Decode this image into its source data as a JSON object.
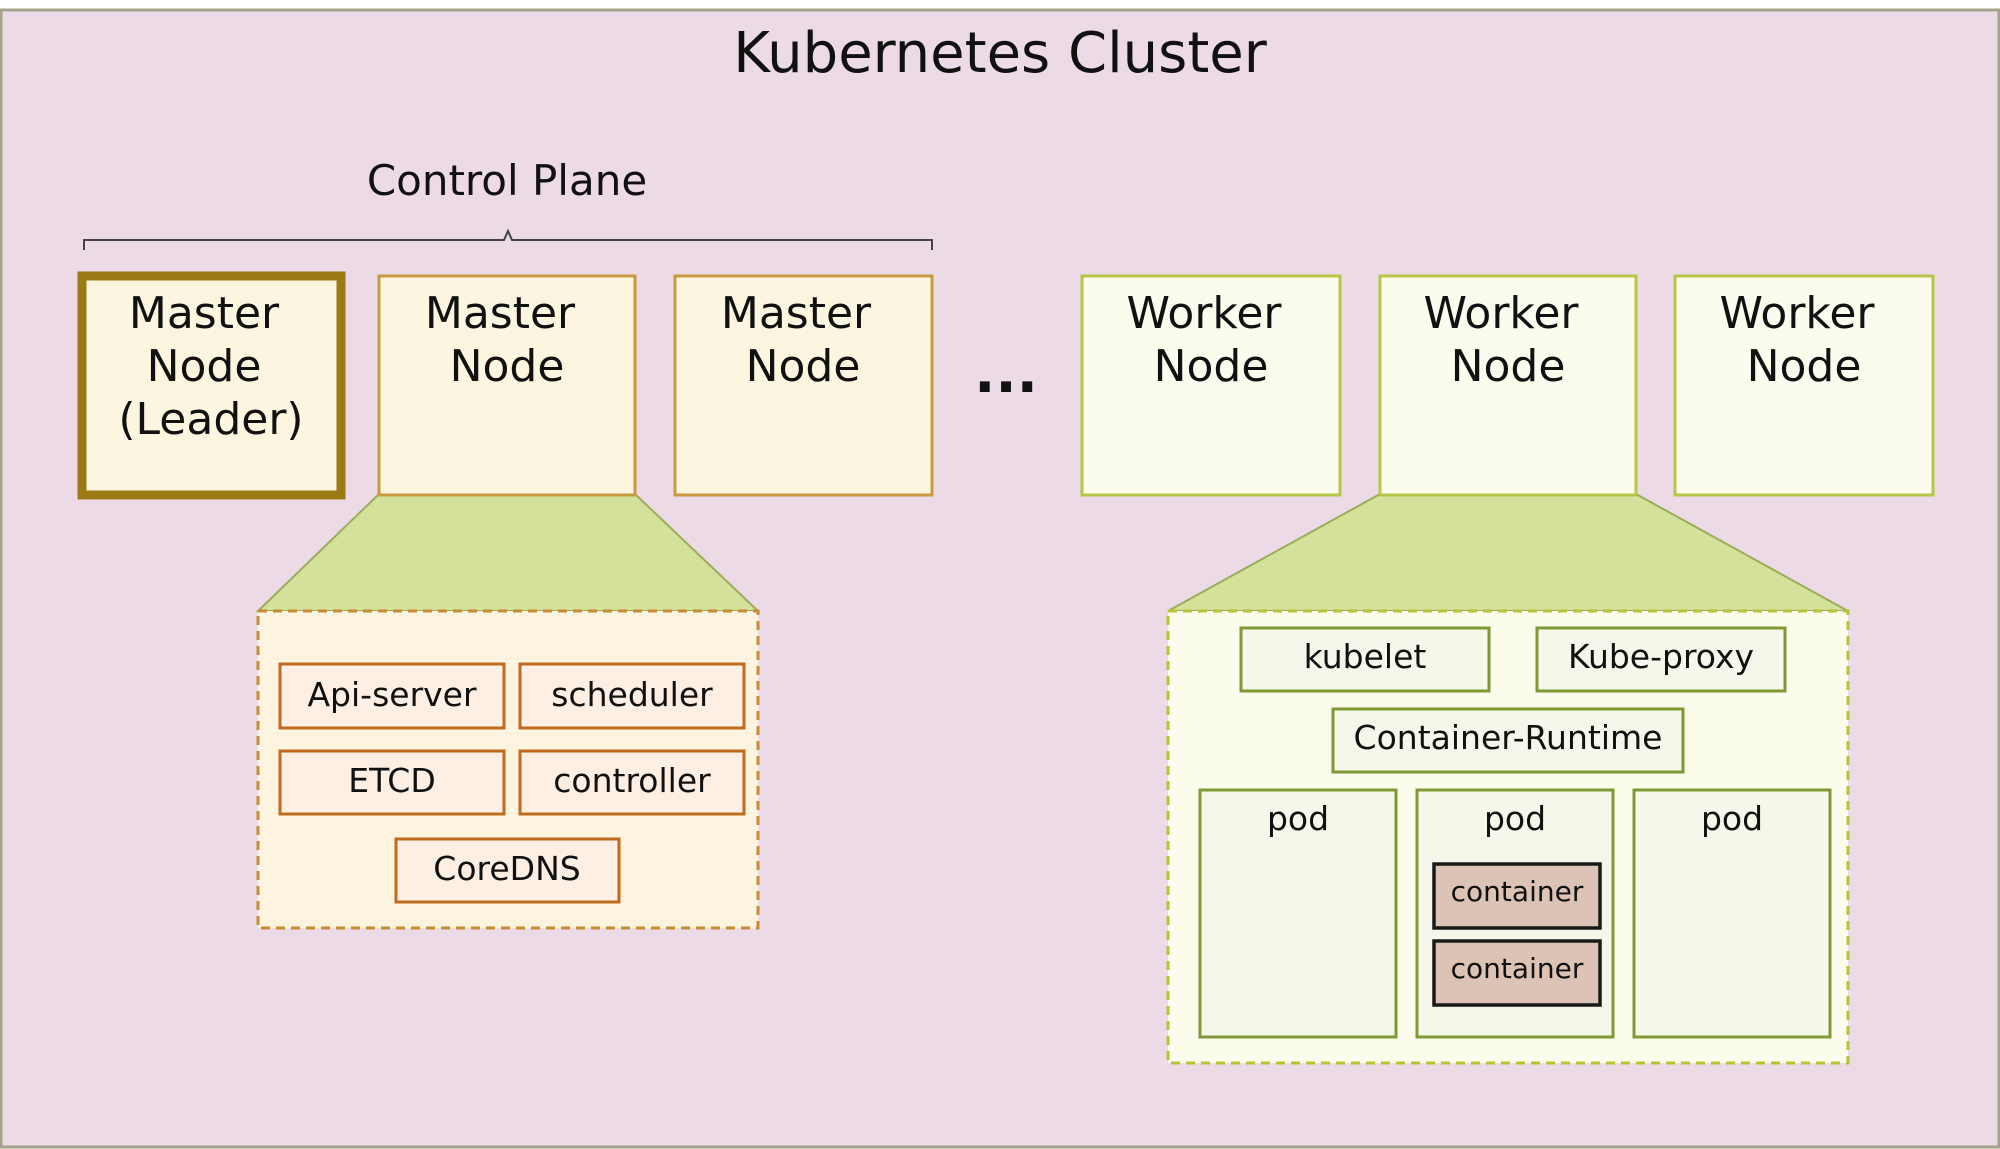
{
  "title": "Kubernetes Cluster",
  "control_plane_label": "Control Plane",
  "ellipsis": "...",
  "colors": {
    "cluster_bg": "#ecdbe6",
    "cluster_border": "#a2a48a",
    "master_fill": "#fcf5df",
    "master_border": "#c69a3e",
    "leader_border": "#9b7a13",
    "worker_fill": "#fbfcee",
    "worker_border": "#b7c547",
    "zoom_fill": "#d4e19a",
    "master_panel_fill": "#fcf4df",
    "master_panel_border": "#c88b36",
    "component_fill": "#fdefe3",
    "component_border": "#bf6a1c",
    "worker_panel_fill": "#fbfcec",
    "worker_panel_border": "#b9c435",
    "worker_component_fill": "#f5f7ea",
    "worker_component_border": "#7f9a35",
    "container_fill": "#dcc3b6",
    "container_border": "#1a1a1a"
  },
  "master_nodes": [
    {
      "label_lines": [
        "Master",
        "Node",
        "(Leader)"
      ],
      "leader": true
    },
    {
      "label_lines": [
        "Master",
        "Node"
      ],
      "leader": false
    },
    {
      "label_lines": [
        "Master",
        "Node"
      ],
      "leader": false
    }
  ],
  "worker_nodes": [
    {
      "label_lines": [
        "Worker",
        "Node"
      ]
    },
    {
      "label_lines": [
        "Worker",
        "Node"
      ]
    },
    {
      "label_lines": [
        "Worker",
        "Node"
      ]
    }
  ],
  "master_components": [
    "Api-server",
    "scheduler",
    "ETCD",
    "controller",
    "CoreDNS"
  ],
  "worker_components": [
    "kubelet",
    "Kube-proxy",
    "Container-Runtime"
  ],
  "pods": [
    {
      "label": "pod",
      "containers": []
    },
    {
      "label": "pod",
      "containers": [
        "container",
        "container"
      ]
    },
    {
      "label": "pod",
      "containers": []
    }
  ]
}
